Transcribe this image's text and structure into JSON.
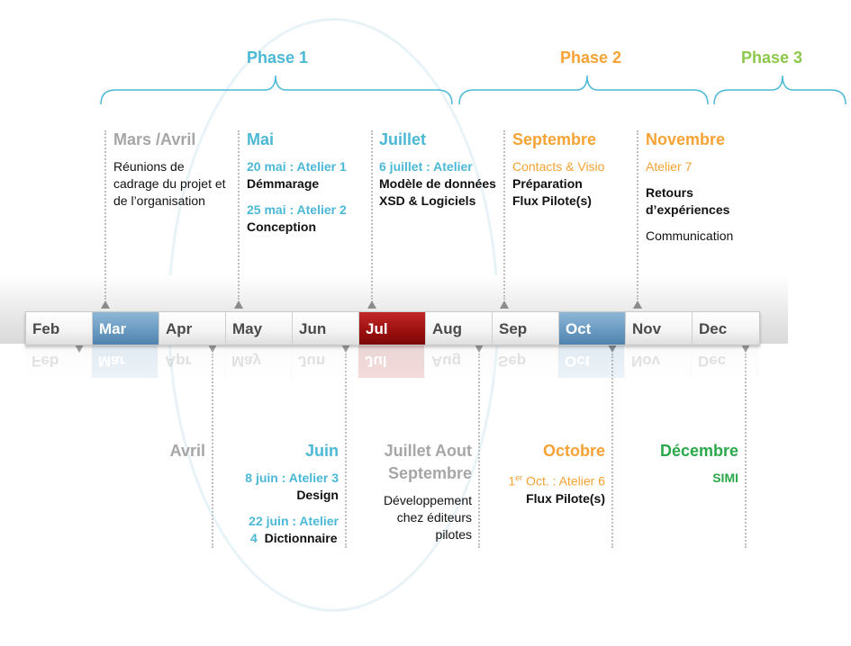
{
  "phases": [
    {
      "label": "Phase 1",
      "color": "#4bb8d6"
    },
    {
      "label": "Phase 2",
      "color": "#f6a234"
    },
    {
      "label": "Phase 3",
      "color": "#8cc84b"
    }
  ],
  "months": [
    {
      "label": "Feb",
      "state": "normal"
    },
    {
      "label": "Mar",
      "state": "highlight"
    },
    {
      "label": "Apr",
      "state": "normal"
    },
    {
      "label": "May",
      "state": "normal"
    },
    {
      "label": "Jun",
      "state": "normal"
    },
    {
      "label": "Jul",
      "state": "active"
    },
    {
      "label": "Aug",
      "state": "normal"
    },
    {
      "label": "Sep",
      "state": "normal"
    },
    {
      "label": "Oct",
      "state": "highlight"
    },
    {
      "label": "Nov",
      "state": "normal"
    },
    {
      "label": "Dec",
      "state": "normal"
    }
  ],
  "top": {
    "mars_avril": {
      "title": "Mars /Avril",
      "text": "Réunions de cadrage du projet et de l’organisation"
    },
    "mai": {
      "title": "Mai",
      "a1_label": "20 mai : Atelier 1",
      "a1_text": "Démmarage",
      "a2_label": "25 mai : Atelier 2",
      "a2_text": "Conception"
    },
    "juillet": {
      "title": "Juillet",
      "a_label": "6 juillet : Atelier",
      "a_text1": "Modèle de données",
      "a_text2": "XSD & Logiciels"
    },
    "septembre": {
      "title": "Septembre",
      "a_label": "Contacts & Visio",
      "a_text1": "Préparation",
      "a_text2": "Flux Pilote(s)"
    },
    "novembre": {
      "title": "Novembre",
      "a_label": "Atelier 7",
      "a_text1": "Retours",
      "a_text2": "d’expériences",
      "a_text3": "Communication"
    }
  },
  "bottom": {
    "avril": {
      "title": "Avril"
    },
    "juin": {
      "title": "Juin",
      "a1_label": "8 juin : Atelier 3",
      "a1_text": "Design",
      "a2_label": "22 juin : Atelier",
      "a2_num": "4",
      "a2_text": "Dictionnaire"
    },
    "juillet_aout": {
      "title1": "Juillet Aout",
      "title2": "Septembre",
      "text1": "Développement",
      "text2": "chez éditeurs",
      "text3": "pilotes"
    },
    "octobre": {
      "title": "Octobre",
      "a_label_pre": "1",
      "a_label_sup": "er",
      "a_label_post": " Oct. : Atelier 6",
      "a_text": "Flux Pilote(s)"
    },
    "decembre": {
      "title": "Décembre",
      "a_text": "SIMI"
    }
  }
}
